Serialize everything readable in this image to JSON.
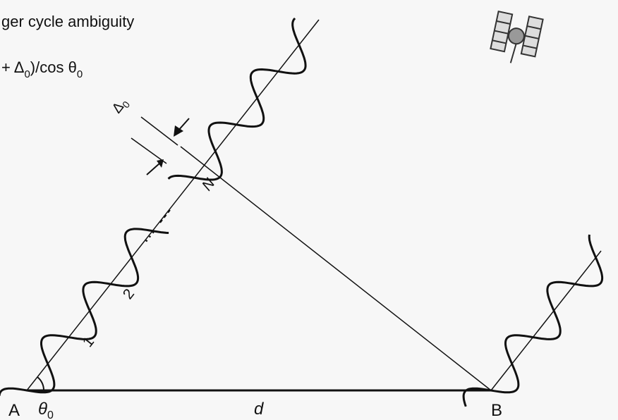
{
  "header": {
    "caption": "ger cycle ambiguity",
    "formula_prefix": "+ Δ",
    "formula_sub": "0",
    "formula_mid": ")/cos θ",
    "formula_sub2": "0"
  },
  "labels": {
    "delta": "Δ",
    "delta_sub": "0",
    "wavelength_n": "N",
    "ellipsis": "…",
    "cycle_1": "1",
    "cycle_2": "2",
    "point_a": "A",
    "angle": "θ",
    "angle_sub": "0",
    "baseline": "d",
    "point_b": "B"
  },
  "icons": {
    "satellite": "satellite-icon"
  },
  "colors": {
    "ink": "#111111",
    "background": "#f7f7f7"
  }
}
